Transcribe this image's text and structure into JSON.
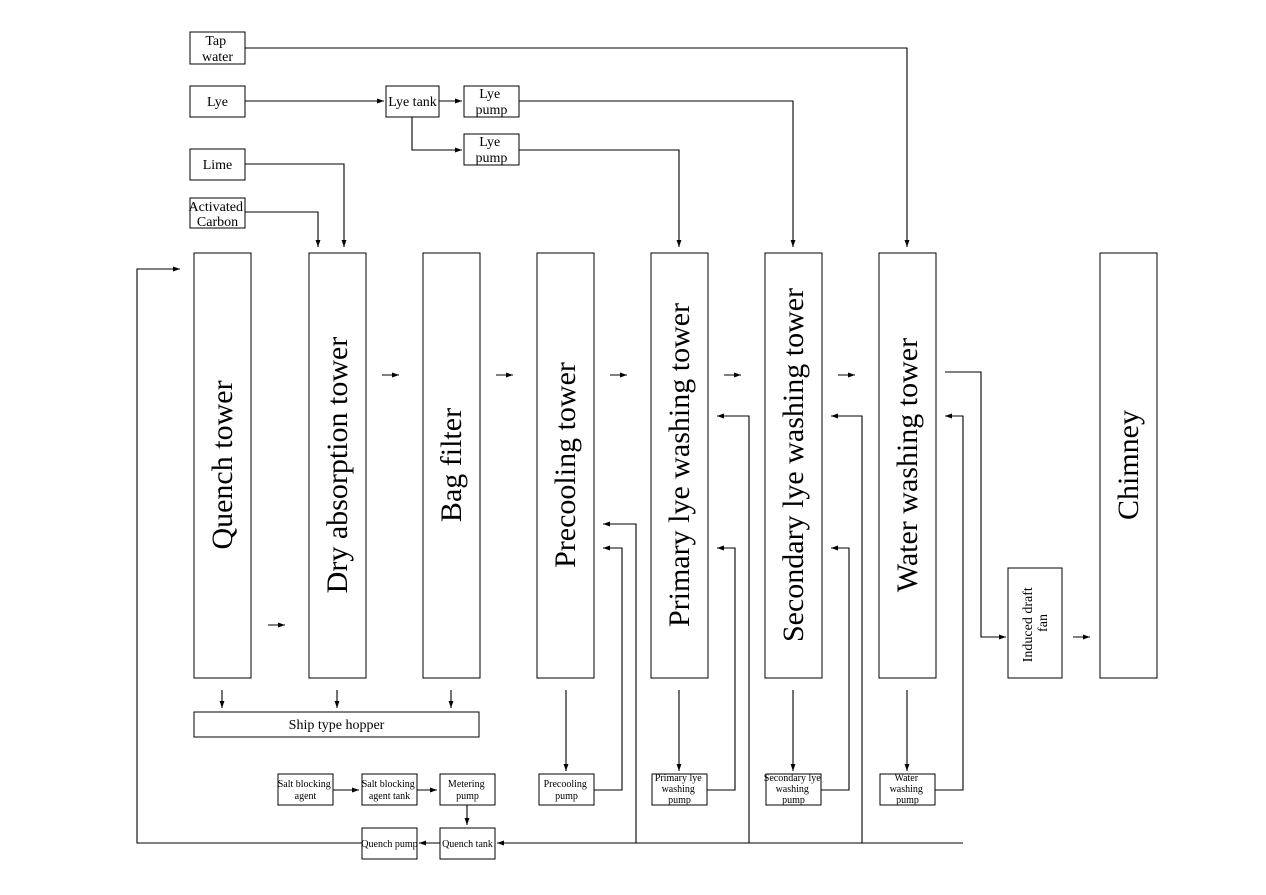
{
  "towers": {
    "quench": "Quench tower",
    "dry_absorption": "Dry absorption tower",
    "bag_filter": "Bag filter",
    "precooling": "Precooling tower",
    "primary_lye": "Primary lye washing tower",
    "secondary_lye": "Secondary lye washing tower",
    "water_washing": "Water washing tower",
    "chimney": "Chimney"
  },
  "fan": {
    "line1": "Induced draft",
    "line2": "fan"
  },
  "inputs": {
    "tap_water": {
      "line1": "Tap",
      "line2": "water"
    },
    "lye": "Lye",
    "lime": "Lime",
    "activated_carbon": {
      "line1": "Activated",
      "line2": "Carbon"
    },
    "lye_tank": "Lye tank",
    "lye_pump_1": {
      "line1": "Lye",
      "line2": "pump"
    },
    "lye_pump_2": {
      "line1": "Lye",
      "line2": "pump"
    }
  },
  "hopper": "Ship type hopper",
  "pumps": {
    "precooling": {
      "line1": "Precooling",
      "line2": "pump"
    },
    "primary_lye": {
      "line1": "Primary lye",
      "line2": "washing",
      "line3": "pump"
    },
    "secondary_lye": {
      "line1": "Secondary lye",
      "line2": "washing",
      "line3": "pump"
    },
    "water_washing": {
      "line1": "Water",
      "line2": "washing",
      "line3": "pump"
    }
  },
  "salt": {
    "agent": {
      "line1": "Salt blocking",
      "line2": "agent"
    },
    "agent_tank": {
      "line1": "Salt blocking",
      "line2": "agent tank"
    },
    "metering_pump": {
      "line1": "Metering",
      "line2": "pump"
    },
    "quench_tank": "Quench tank",
    "quench_pump": "Quench pump"
  }
}
